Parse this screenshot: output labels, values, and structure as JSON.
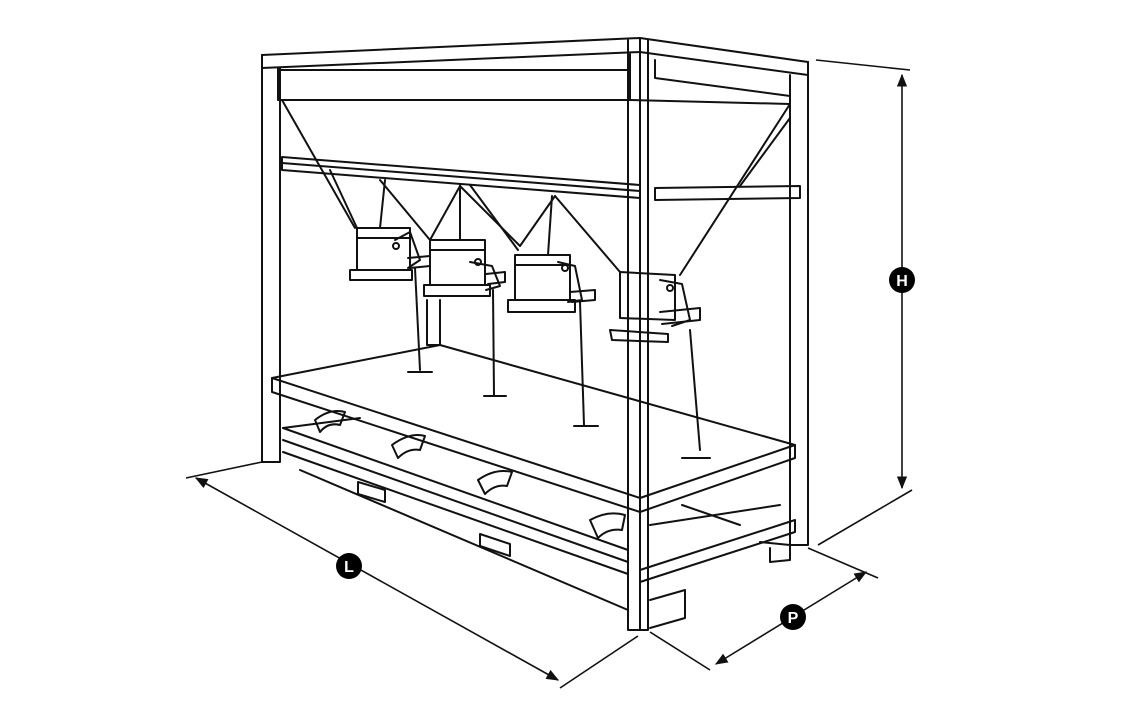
{
  "dimensions": {
    "length_label": "L",
    "height_label": "H",
    "depth_label": "P"
  },
  "hopper_count": 4,
  "colors": {
    "line": "#111111",
    "paper": "#ffffff",
    "badge": "#000000",
    "badge_text": "#ffffff"
  }
}
